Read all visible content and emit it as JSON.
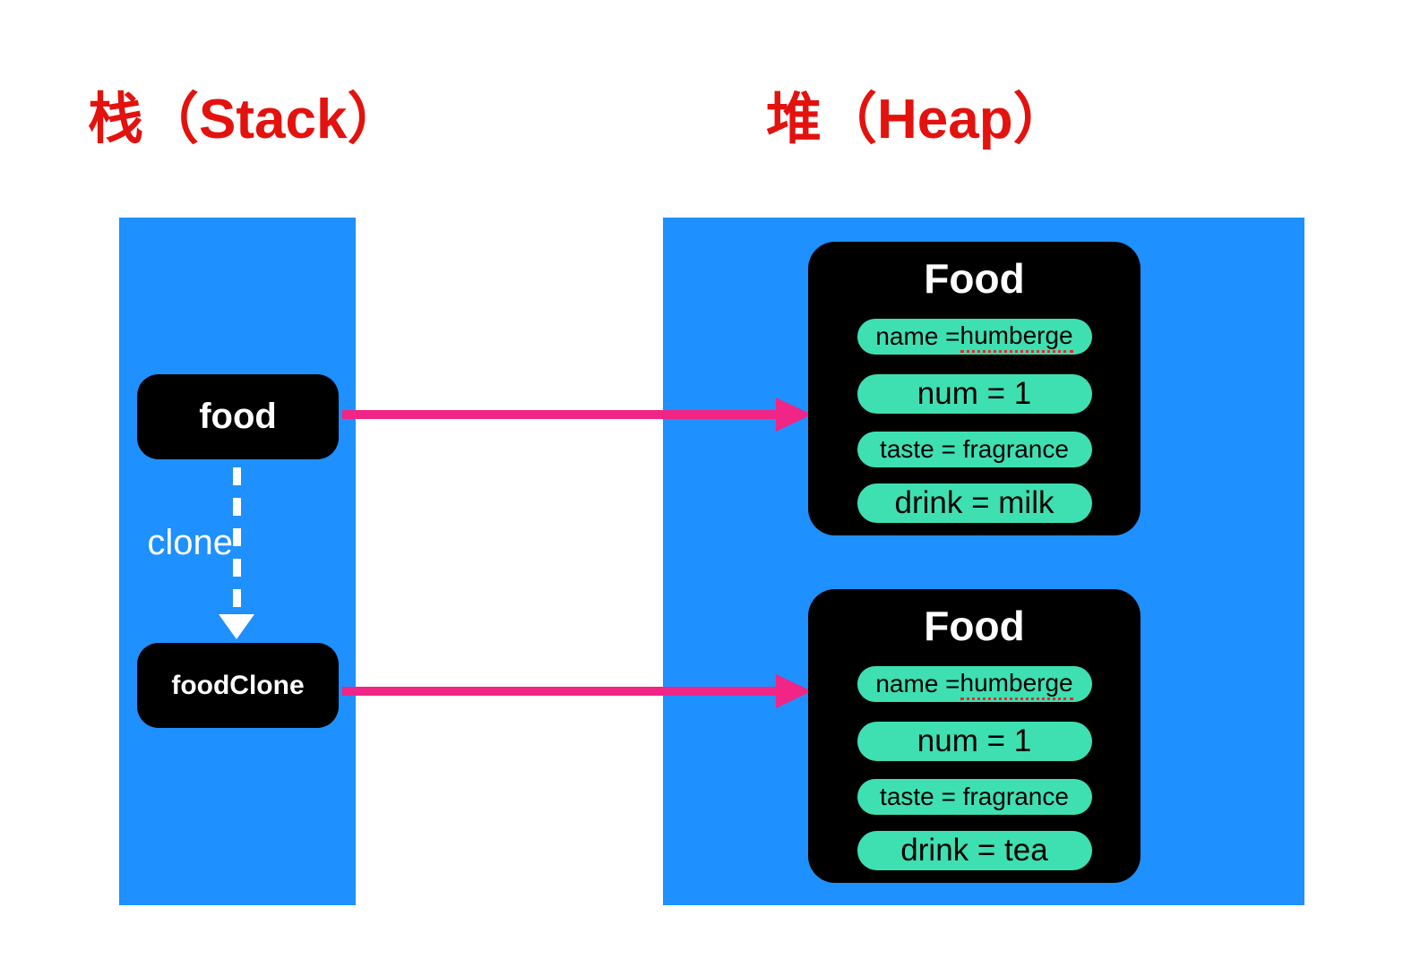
{
  "titles": {
    "stack": "栈（Stack）",
    "heap": "堆（Heap）"
  },
  "stack": {
    "variables": [
      {
        "label": "food"
      },
      {
        "label": "foodClone"
      }
    ],
    "clone_label": "clone"
  },
  "heap": {
    "objects": [
      {
        "title": "Food",
        "name_field": {
          "prefix": "name = ",
          "value": "humberge"
        },
        "fields": [
          "num = 1",
          "taste = fragrance",
          "drink = milk"
        ]
      },
      {
        "title": "Food",
        "name_field": {
          "prefix": "name = ",
          "value": "humberge"
        },
        "fields": [
          "num = 1",
          "taste = fragrance",
          "drink = tea"
        ]
      }
    ]
  },
  "colors": {
    "region_blue": "#1E90FF",
    "pill_green": "#3EE0B2",
    "arrow_pink": "#F02585",
    "title_red": "#E3120E",
    "node_black": "#000000",
    "clone_arrow_white": "#FFFFFF",
    "spell_red": "#F2262B"
  }
}
